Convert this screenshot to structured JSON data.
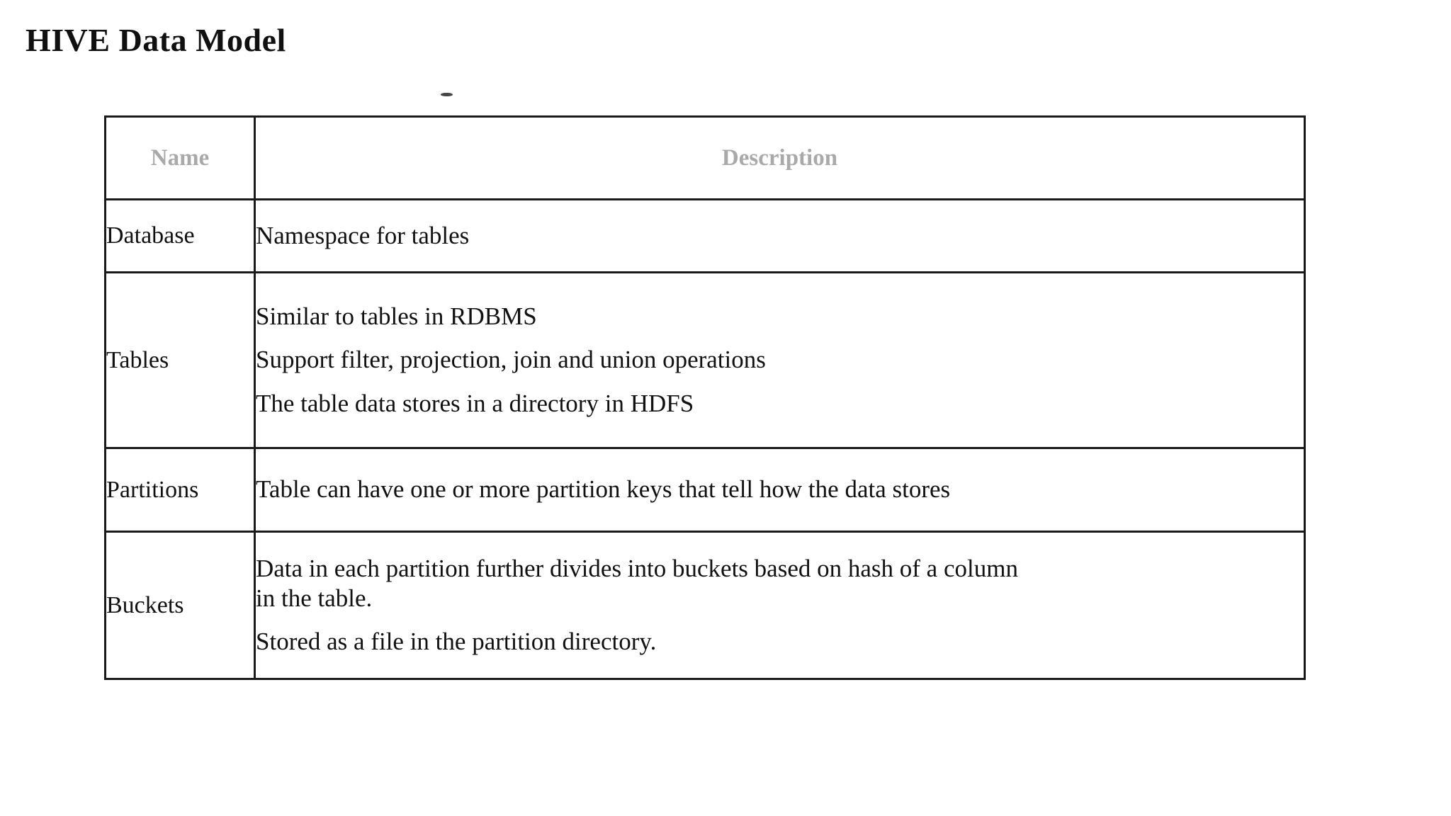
{
  "slide": {
    "title": "HIVE Data Model",
    "background_color": "#ffffff",
    "text_color": "#111111",
    "header_text_color": "#a9a9a9",
    "border_color": "#1a1a1a"
  },
  "table": {
    "columns": [
      {
        "key": "name",
        "label": "Name"
      },
      {
        "key": "description",
        "label": "Description"
      }
    ],
    "rows": [
      {
        "name": "Database",
        "lines": [
          "Namespace for tables"
        ]
      },
      {
        "name": "Tables",
        "lines": [
          "Similar to tables in RDBMS",
          "Support filter, projection, join and union operations",
          "The table data stores in a directory in HDFS"
        ]
      },
      {
        "name": "Partitions",
        "lines": [
          "Table can have one or more partition keys that tell how the data stores"
        ]
      },
      {
        "name": "Buckets",
        "lines": [
          "Data in each partition further divides into buckets based on hash of a column",
          "in the table.",
          "Stored as a file in the partition directory."
        ]
      }
    ]
  }
}
